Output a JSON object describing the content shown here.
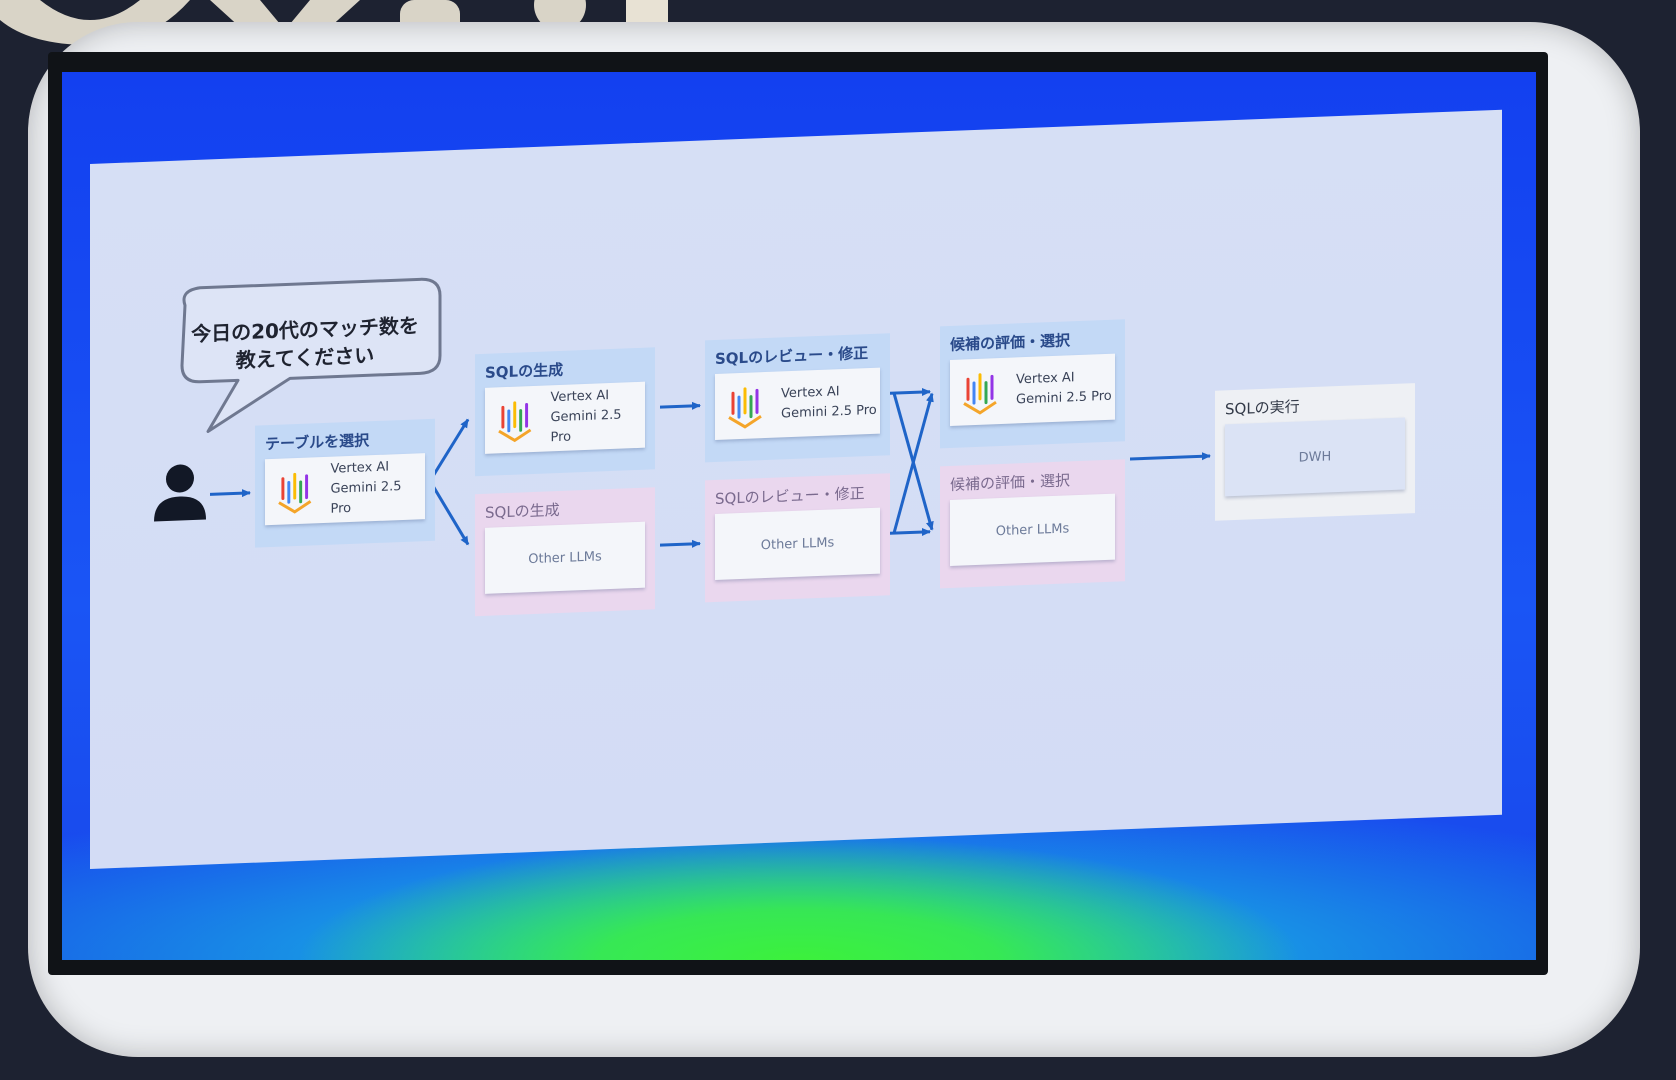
{
  "question": {
    "line1": "今日の20代のマッチ数を",
    "line2": "教えてください"
  },
  "stages": {
    "table_select": {
      "title": "テーブルを選択",
      "model_line1": "Vertex AI",
      "model_line2": "Gemini 2.5 Pro"
    },
    "sql_gen_gemini": {
      "title": "SQLの生成",
      "model_line1": "Vertex AI",
      "model_line2": "Gemini 2.5 Pro"
    },
    "sql_gen_other": {
      "title": "SQLの生成",
      "model": "Other LLMs"
    },
    "review_gemini": {
      "title": "SQLのレビュー・修正",
      "model_line1": "Vertex AI",
      "model_line2": "Gemini 2.5 Pro"
    },
    "review_other": {
      "title": "SQLのレビュー・修正",
      "model": "Other LLMs"
    },
    "eval_gemini": {
      "title": "候補の評価・選択",
      "model_line1": "Vertex AI",
      "model_line2": "Gemini 2.5 Pro"
    },
    "eval_other": {
      "title": "候補の評価・選択",
      "model": "Other LLMs"
    },
    "execute": {
      "title": "SQLの実行",
      "target": "DWH"
    }
  },
  "icons": {
    "user": "person-icon",
    "vertex": "vertex-ai-logo-icon"
  },
  "colors": {
    "arrow": "#1f64c8",
    "gemini_stage": "#c3d9f6",
    "other_stage": "#ead7ee",
    "screen_blue": "#1a55f5",
    "screen_green": "#3cf03c"
  }
}
